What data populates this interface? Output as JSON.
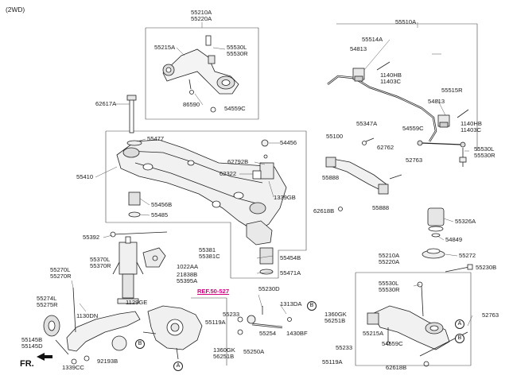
{
  "diagram": {
    "drive_note": "(2WD)",
    "ref_link": "REF.50-527",
    "front_marker": "FR.",
    "circle_refs": [
      "A",
      "B"
    ],
    "labels": {
      "l55210A_top": "55210A",
      "l55220A_top": "55220A",
      "l55215A_top": "55215A",
      "l55530L_top": "55530L",
      "l55530R_top": "55530R",
      "l86590": "86590",
      "l54559C_top": "54559C",
      "l62617A": "62617A",
      "l55477": "55477",
      "l55410": "55410",
      "l62792B": "62792B",
      "l62322": "62322",
      "l1339GB": "1339GB",
      "l54456": "54456",
      "l55456B": "55456B",
      "l55485": "55485",
      "l55392": "55392",
      "l55381": "55381",
      "l55381C": "55381C",
      "l55370L": "55370L",
      "l55370R": "55370R",
      "l1022AA": "1022AA",
      "l21838B": "21838B",
      "l55395A": "55395A",
      "l55270L": "55270L",
      "l55270R": "55270R",
      "l55274L": "55274L",
      "l55275R": "55275R",
      "l1130DN": "1130DN",
      "l1129GE": "1129GE",
      "l55145B": "55145B",
      "l55145D": "55145D",
      "l92193B": "92193B",
      "l1339CC": "1339CC",
      "l55454B": "55454B",
      "l55471A": "55471A",
      "l55230D": "55230D",
      "l1313DA": "1313DA",
      "l55233_mid": "55233",
      "l55119A_mid": "55119A",
      "l55254": "55254",
      "l1360GK_mid": "1360GK",
      "l56251B_mid": "56251B",
      "l55250A": "55250A",
      "l1430BF": "1430BF",
      "l55510A": "55510A",
      "l55514A": "55514A",
      "l54813_a": "54813",
      "l1140HB_a": "1140HB",
      "l11403C_a": "11403C",
      "l55515R": "55515R",
      "l54813_b": "54813",
      "l54559C_right": "54559C",
      "l1140HB_b": "1140HB",
      "l11403C_b": "11403C",
      "l55530L_right": "55530L",
      "l55530R_right": "55530R",
      "l55347A": "55347A",
      "l55100": "55100",
      "l62762": "62762",
      "l55888_a": "55888",
      "l52763_a": "52763",
      "l62618B_a": "62618B",
      "l55888_b": "55888",
      "l55326A": "55326A",
      "l54849": "54849",
      "l55272": "55272",
      "l55230B": "55230B",
      "l55210A_bot": "55210A",
      "l55220A_bot": "55220A",
      "l55530L_bot": "55530L",
      "l55530R_bot": "55530R",
      "l1360GK_bot": "1360GK",
      "l56251B_bot": "56251B",
      "l55215A_bot": "55215A",
      "l52763_b": "52763",
      "l54559C_bot": "54559C",
      "l55233_bot": "55233",
      "l55119A_bot": "55119A",
      "l62618B_bot": "62618B"
    }
  }
}
